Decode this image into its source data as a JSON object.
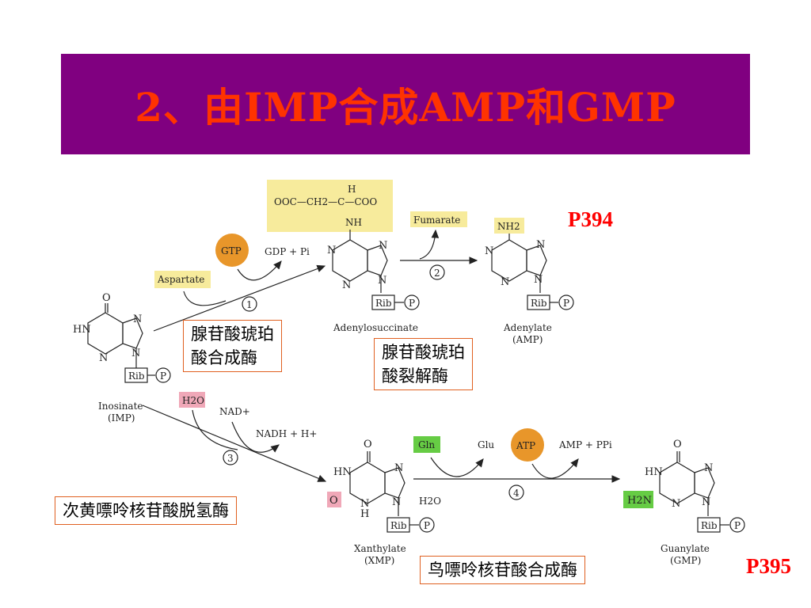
{
  "title": "2、由IMP合成AMP和GMP",
  "page_refs": [
    "P394",
    "P395"
  ],
  "enzymes": {
    "e1": [
      "腺苷酸琥珀",
      "酸合成酶"
    ],
    "e2": [
      "腺苷酸琥珀",
      "酸裂解酶"
    ],
    "e3": "次黄嘌呤核苷酸脱氢酶",
    "e4": "鸟嘌呤核苷酸合成酶"
  },
  "compounds": {
    "imp": [
      "Inosinate",
      "(IMP)"
    ],
    "adenylosuccinate": "Adenylosuccinate",
    "amp": [
      "Adenylate",
      "(AMP)"
    ],
    "xmp": [
      "Xanthylate",
      "(XMP)"
    ],
    "gmp": [
      "Guanylate",
      "(GMP)"
    ]
  },
  "reagents": {
    "aspartate": "Aspartate",
    "gtp": "GTP",
    "gdp_pi": "GDP + Pi",
    "fumarate": "Fumarate",
    "h2o_in": "H2O",
    "nad": "NAD+",
    "nadh": "NADH + H+",
    "gln": "Gln",
    "glu": "Glu",
    "atp": "ATP",
    "amp_ppi": "AMP + PPi",
    "h2o_out": "H2O"
  },
  "step_numbers": [
    "1",
    "2",
    "3",
    "4"
  ],
  "structure_labels": {
    "rib": "Rib",
    "p": "P",
    "o": "O",
    "n": "N",
    "hn": "HN",
    "h": "H",
    "nh": "NH",
    "nh2": "NH2",
    "h2n": "H2N",
    "succinyl_left": "OOC—CH2—C—COO",
    "succinyl_h": "H"
  },
  "colors": {
    "title_bg": "#800080",
    "title_text": "#ff3300",
    "page_ref": "#ff0000",
    "enzyme_border": "#e06020",
    "yellow_highlight": "#f7eb9c",
    "gtp_atp": "#e8962a",
    "pink_highlight": "#f0a8b8",
    "green_highlight": "#66cc44"
  }
}
